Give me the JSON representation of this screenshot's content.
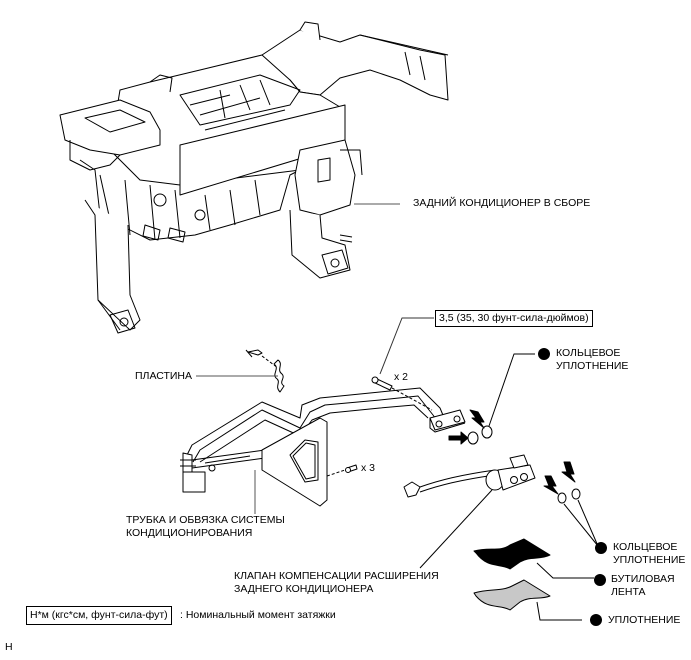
{
  "diagram": {
    "labels": {
      "rear_ac_assembly": "ЗАДНИЙ КОНДИЦИОНЕР В СБОРЕ",
      "plate": "ПЛАСТИНА",
      "piping": [
        "ТРУБКА И ОБВЯЗКА СИСТЕМЫ",
        "КОНДИЦИОНИРОВАНИЯ"
      ],
      "expansion_valve": [
        "КЛАПАН КОМПЕНСАЦИИ РАСШИРЕНИЯ",
        "ЗАДНЕГО КОНДИЦИОНЕРА"
      ],
      "o_ring_1": [
        "КОЛЬЦЕВОЕ",
        "УПЛОТНЕНИЕ"
      ],
      "o_ring_2": [
        "КОЛЬЦЕВОЕ",
        "УПЛОТНЕНИЕ"
      ],
      "butyl_tape": [
        "БУТИЛОВАЯ",
        "ЛЕНТА"
      ],
      "seal": "УПЛОТНЕНИЕ"
    },
    "quantities": {
      "bolt_pipe": "x 2",
      "bolt_bracket": "x 3"
    },
    "torque_spec": "3,5 (35, 30 фунт-сила-дюймов)",
    "legend": {
      "unit_box": "Н*м (кгс*см, фунт-сила-фут)",
      "description": ": Номинальный момент затяжки"
    },
    "corner_code": "H",
    "colors": {
      "line": "#000000",
      "leader": "#555555",
      "butyl_fill": "#000000",
      "seal_fill": "#c8c8c8",
      "callout_dot": "#000000"
    }
  }
}
